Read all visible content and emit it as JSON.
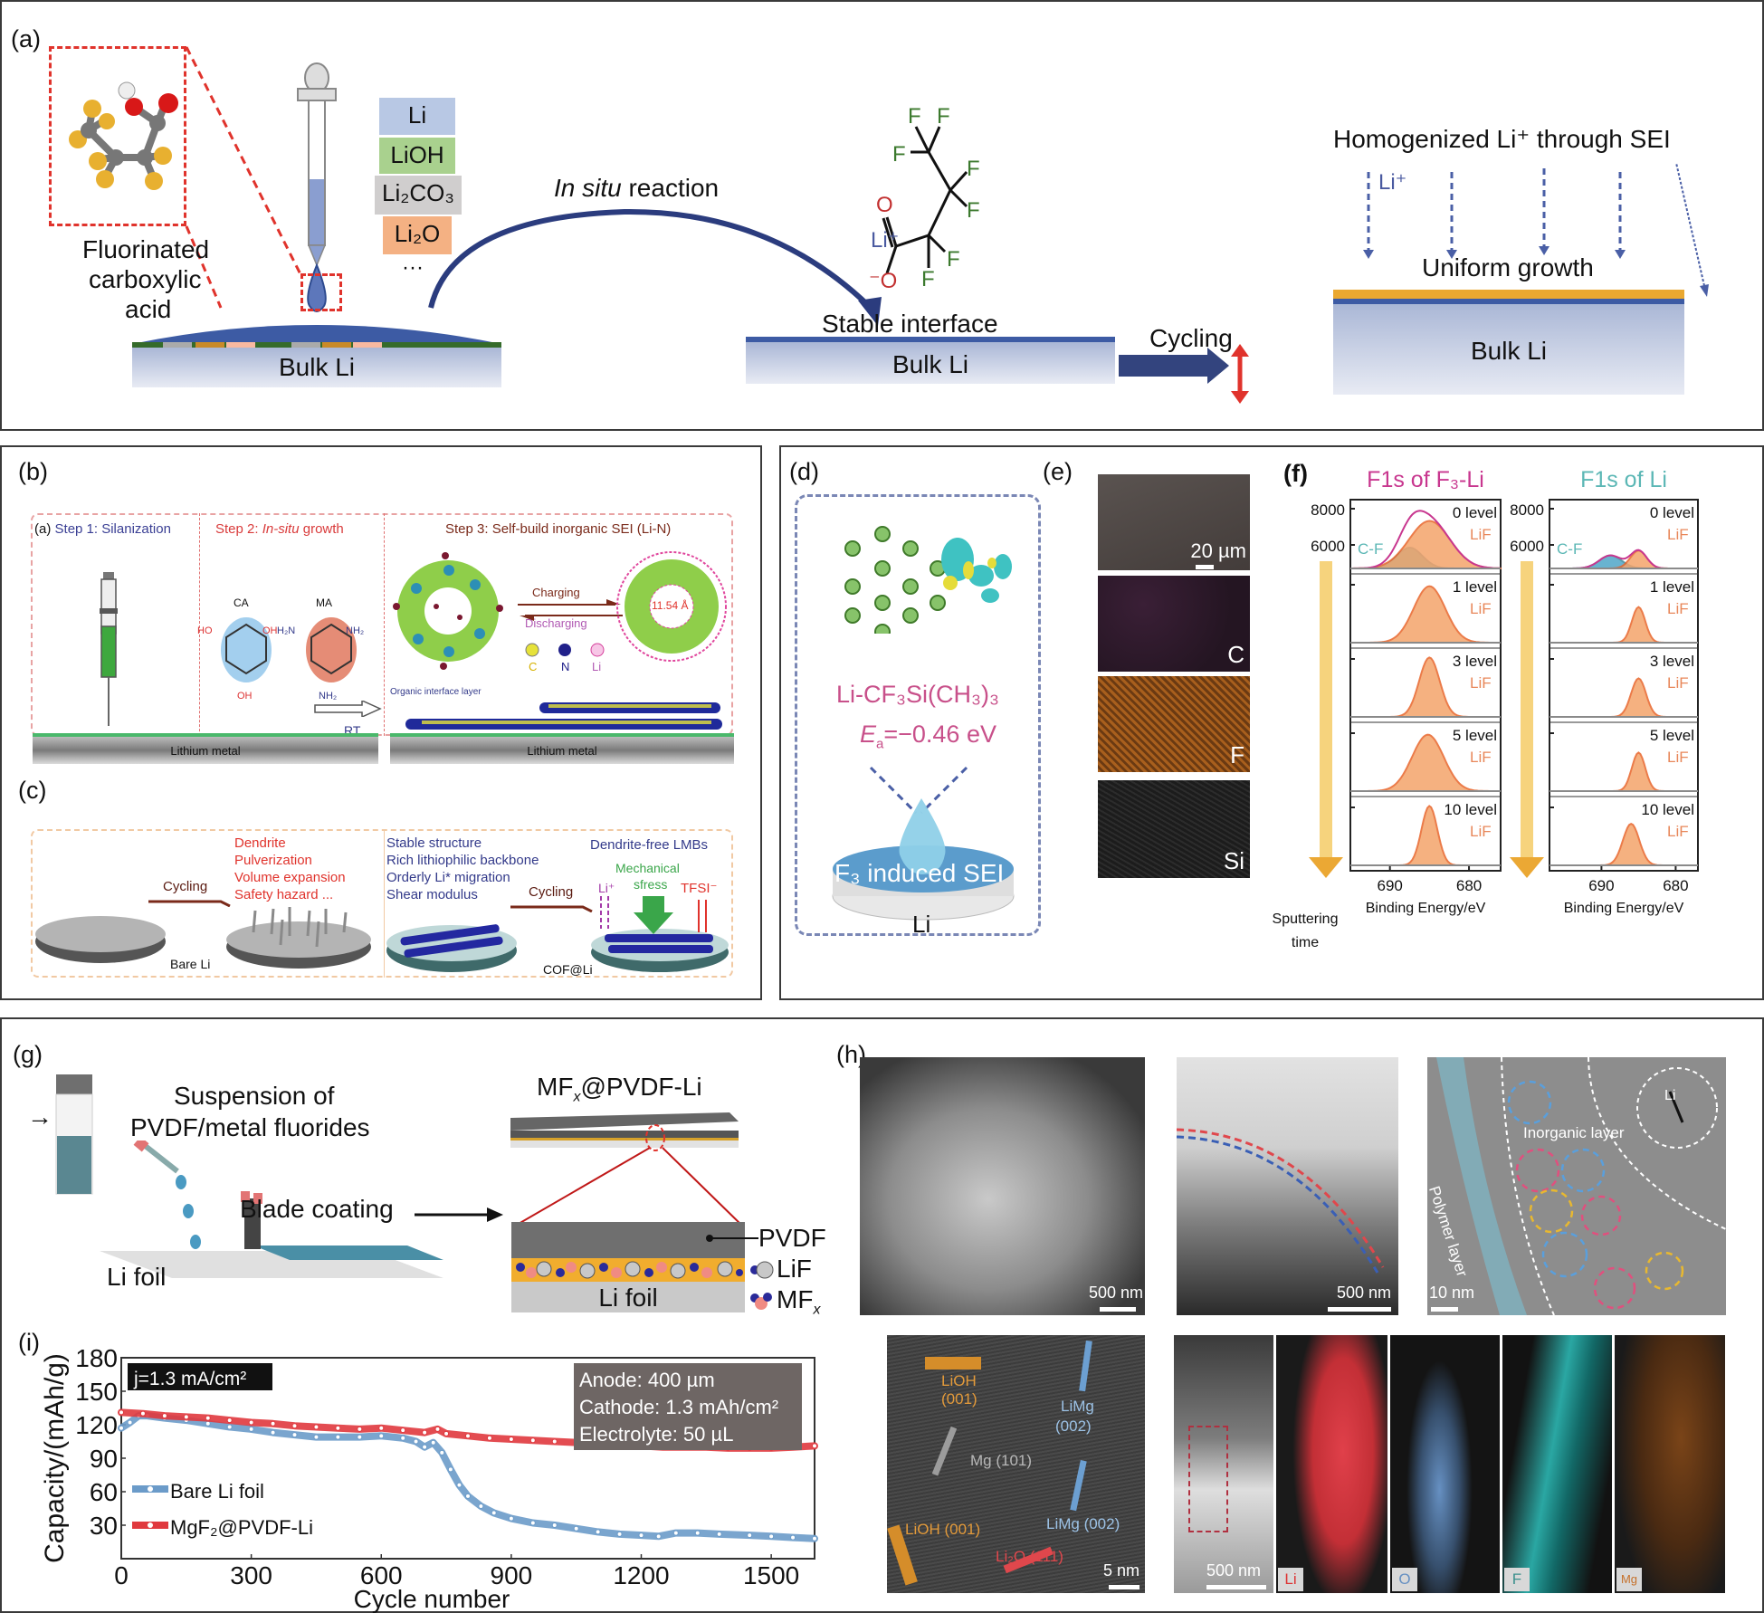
{
  "panels": {
    "a": {
      "label": "(a)",
      "molecule_caption": [
        "Fluorinated",
        "carboxylic",
        "acid"
      ],
      "surface_species": [
        "Li",
        "LiOH",
        "Li₂CO₃",
        "Li₂O",
        "···"
      ],
      "species_colors": [
        "#b8c8e4",
        "#a9d18e",
        "#d0cece",
        "#f4b183"
      ],
      "bulk1": "Bulk Li",
      "reaction_prefix": "In situ",
      "reaction_suffix": " reaction",
      "structure_atoms": {
        "F": "F",
        "O": "O",
        "O_minus": "⁻O",
        "li_ion": "Li⁺"
      },
      "stable_interface": "Stable interface",
      "bulk2": "Bulk Li",
      "cycling": "Cycling",
      "homogenized": "Homogenized Li⁺ through SEI",
      "li_ion_label": "Li⁺",
      "uniform_growth": "Uniform growth",
      "bulk3": "Bulk Li"
    },
    "b": {
      "label": "(b)",
      "sub_label": "(a)",
      "step1": "Step 1: Silanization",
      "step2_prefix": "Step 2: ",
      "step2_italic": "In-situ",
      "step2_suffix": " growth",
      "step3": "Step 3: Self-build inorganic SEI (Li-N)",
      "ca": "CA",
      "ma": "MA",
      "ca_groups": [
        "HO",
        "OH",
        "OH"
      ],
      "ma_groups": [
        "H₂N",
        "NH₂",
        "NH₂"
      ],
      "ring_n": "N",
      "charging": "Charging",
      "discharging": "Discharging",
      "legend": [
        "C",
        "N",
        "Li"
      ],
      "pore_size": "11.54 Å",
      "rt": "RT",
      "organic_layer": "Organic interface layer",
      "lithium_metal_1": "Lithium metal",
      "lithium_metal_2": "Lithium metal"
    },
    "c": {
      "label": "(c)",
      "cycling_1": "Cycling",
      "problems": [
        "Dendrite",
        "Pulverization",
        "Volume expansion",
        "Safety hazard ..."
      ],
      "bare_li": "Bare Li",
      "benefits": [
        "Stable structure",
        "Rich lithiophilic backbone",
        "Orderly Li* migration",
        "Shear modulus"
      ],
      "cycling_2": "Cycling",
      "dendrite_free": "Dendrite-free LMBs",
      "mechanical_stress": [
        "Mechanical",
        "sfress"
      ],
      "li_plus": "Li⁺",
      "tfsi": "TFSI⁻",
      "cof_li": "COF@Li"
    },
    "d": {
      "label": "(d)",
      "formula": "Li-CF₃Si(CH₃)₃",
      "ea_symbol": "E",
      "ea_sub": "a",
      "ea_value": "=−0.46 eV",
      "sei_label": "F₃ induced SEI",
      "li_label": "Li"
    },
    "e": {
      "label": "(e)",
      "scale_bar": "20 µm",
      "maps": [
        "C",
        "F",
        "Si"
      ]
    },
    "f": {
      "label": "(f)",
      "sputtering": [
        "Sputtering",
        "time"
      ]
    },
    "g": {
      "label": "(g)",
      "suspension": [
        "Suspension of",
        "PVDF/metal fluorides"
      ],
      "blade_coating": "Blade coating",
      "li_foil_1": "Li foil",
      "product_prefix": "MF",
      "product_sub": "x",
      "product_suffix": "@PVDF-Li",
      "pvdf": "PVDF",
      "lif": "LiF",
      "mfx_prefix": "MF",
      "mfx_sub": "x",
      "li_foil_2": "Li foil"
    },
    "h": {
      "label": "(h)",
      "scale_bars": [
        "500 nm",
        "500 nm",
        "10 nm",
        "5 nm",
        "500 nm"
      ],
      "polymer_layer": "Polymer layer",
      "inorganic_layer": "Inorganic layer",
      "li": "Li",
      "lattice_labels": [
        "LiOH",
        "(001)",
        "LiMg",
        "(002)",
        "Mg (101)",
        "LiMg (002)",
        "LiOH (001)",
        "Li₂O (111)"
      ],
      "eds_maps": [
        "Li",
        "O",
        "F",
        "Mg"
      ]
    },
    "i": {
      "label": "(i)"
    }
  },
  "chart_data": [
    {
      "id": "f_left",
      "type": "line",
      "title": "F1s of F₃-Li",
      "title_color": "#c8378f",
      "xlabel": "Binding Energy/eV",
      "ylabel": "",
      "x_ticks": [
        690,
        680
      ],
      "y_ticks": [
        8000,
        6000
      ],
      "xlim": [
        695,
        676
      ],
      "levels": [
        {
          "name": "0 level",
          "peaks": [
            {
              "label": "C-F",
              "center": 687.5,
              "height": 0.35,
              "width": 1.6,
              "color": "#4fb3b8"
            },
            {
              "label": "LiF",
              "center": 685.0,
              "height": 0.8,
              "width": 2.6,
              "color": "#f4a46b"
            }
          ],
          "envelope": true
        },
        {
          "name": "1 level",
          "peaks": [
            {
              "label": "LiF",
              "center": 685.0,
              "height": 0.95,
              "width": 2.0,
              "color": "#f4a46b"
            }
          ]
        },
        {
          "name": "3 level",
          "peaks": [
            {
              "label": "LiF",
              "center": 685.0,
              "height": 1.0,
              "width": 1.3,
              "color": "#f4a46b"
            }
          ]
        },
        {
          "name": "5 level",
          "peaks": [
            {
              "label": "LiF",
              "center": 685.2,
              "height": 0.95,
              "width": 2.0,
              "color": "#f4a46b"
            }
          ]
        },
        {
          "name": "10 level",
          "peaks": [
            {
              "label": "LiF",
              "center": 685.0,
              "height": 1.0,
              "width": 1.0,
              "color": "#f4a46b"
            }
          ]
        }
      ]
    },
    {
      "id": "f_right",
      "type": "line",
      "title": "F1s of Li",
      "title_color": "#5bb7b5",
      "xlabel": "Binding Energy/eV",
      "ylabel": "",
      "x_ticks": [
        690,
        680
      ],
      "y_ticks": [
        8000,
        6000
      ],
      "xlim": [
        697,
        677
      ],
      "levels": [
        {
          "name": "0 level",
          "peaks": [
            {
              "label": "C-F",
              "center": 688.8,
              "height": 0.22,
              "width": 1.5,
              "color": "#4fa6c8"
            },
            {
              "label": "LiF",
              "center": 685.0,
              "height": 0.3,
              "width": 1.1,
              "color": "#f4a46b"
            }
          ],
          "envelope": true
        },
        {
          "name": "1 level",
          "peaks": [
            {
              "label": "LiF",
              "center": 685.0,
              "height": 0.6,
              "width": 0.9,
              "color": "#f4a46b"
            }
          ]
        },
        {
          "name": "3 level",
          "peaks": [
            {
              "label": "LiF",
              "center": 685.0,
              "height": 0.65,
              "width": 1.0,
              "color": "#f4a46b"
            }
          ]
        },
        {
          "name": "5 level",
          "peaks": [
            {
              "label": "LiF",
              "center": 685.0,
              "height": 0.65,
              "width": 0.9,
              "color": "#f4a46b"
            }
          ]
        },
        {
          "name": "10 level",
          "peaks": [
            {
              "label": "LiF",
              "center": 686.0,
              "height": 0.7,
              "width": 1.1,
              "color": "#f4a46b"
            }
          ]
        }
      ]
    },
    {
      "id": "i",
      "type": "scatter",
      "title": "",
      "xlabel": "Cycle number",
      "ylabel": "Capacity/(mAh/g)",
      "xlim": [
        0,
        1600
      ],
      "ylim": [
        0,
        180
      ],
      "x_ticks": [
        0,
        300,
        600,
        900,
        1200,
        1500
      ],
      "y_ticks": [
        30,
        60,
        90,
        120,
        150,
        180
      ],
      "legend_position": "bottom-left",
      "annotation_left": "j=1.3 mA/cm²",
      "annotation_right": [
        "Anode: 400 µm",
        "Cathode: 1.3 mAh/cm²",
        "Electrolyte: 50 µL"
      ],
      "series": [
        {
          "name": "Bare Li foil",
          "color": "#6b9bc9",
          "x": [
            0,
            20,
            40,
            60,
            100,
            150,
            200,
            250,
            300,
            350,
            400,
            450,
            500,
            550,
            600,
            650,
            680,
            700,
            720,
            740,
            760,
            780,
            800,
            830,
            860,
            900,
            950,
            1000,
            1050,
            1100,
            1150,
            1200,
            1240,
            1280,
            1330,
            1380,
            1450,
            1500,
            1550,
            1600
          ],
          "y": [
            117,
            122,
            128,
            128,
            126,
            124,
            121,
            118,
            116,
            113,
            111,
            109,
            109,
            109,
            110,
            108,
            105,
            100,
            104,
            95,
            80,
            66,
            56,
            47,
            41,
            36,
            32,
            30,
            27,
            24,
            22,
            21,
            20,
            23,
            23,
            22,
            21,
            20,
            19,
            18
          ]
        },
        {
          "name": "MgF₂@PVDF-Li",
          "color": "#e0393e",
          "x": [
            0,
            50,
            100,
            150,
            200,
            250,
            300,
            350,
            400,
            450,
            500,
            550,
            600,
            650,
            700,
            730,
            750,
            800,
            850,
            900,
            950,
            1000,
            1050,
            1100,
            1150,
            1200,
            1250,
            1300,
            1350,
            1400,
            1450,
            1500,
            1550,
            1600
          ],
          "y": [
            131,
            130,
            128,
            127,
            126,
            124,
            122,
            121,
            119,
            118,
            117,
            116,
            117,
            115,
            113,
            116,
            112,
            110,
            108,
            107,
            106,
            105,
            104,
            103,
            102,
            101,
            100,
            100,
            100,
            99,
            99,
            99,
            100,
            101
          ]
        }
      ]
    }
  ]
}
